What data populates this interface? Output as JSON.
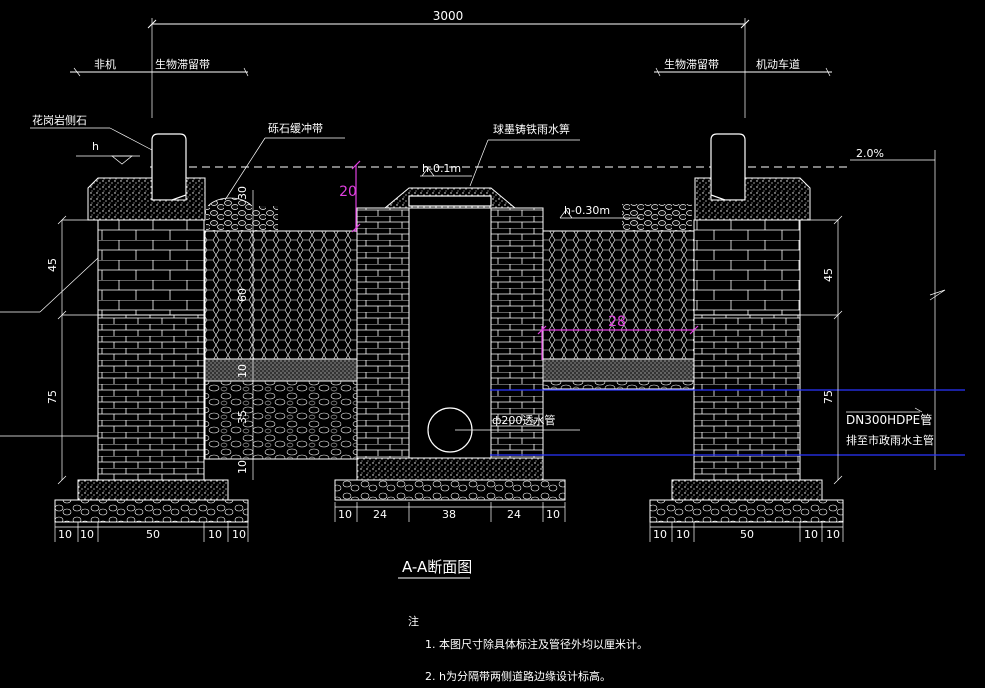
{
  "dimensions": {
    "overall": "3000",
    "wall_upper_left": "45",
    "wall_lower_left": "75",
    "wall_upper_right": "45",
    "wall_lower_right": "75",
    "gravel_top": "30",
    "fill_depth": "60",
    "sand_layer": "10",
    "stone_layer": "35",
    "base_layer": "10",
    "overflow_height": "20",
    "pond_width": "28",
    "left_bottom": [
      "10",
      "10",
      "50",
      "10",
      "10"
    ],
    "center_bottom": [
      "10",
      "24",
      "38",
      "24",
      "10"
    ],
    "right_bottom": [
      "10",
      "10",
      "50",
      "10",
      "10"
    ]
  },
  "labels": {
    "non_motor": "非机",
    "bio_left": "生物滞留带",
    "bio_right": "生物滞留带",
    "motor_lane": "机动车道",
    "curb": "花岗岩侧石",
    "h_label": "h",
    "gravel_buffer": "砾石缓冲带",
    "grate": "球墨铸铁雨水箅",
    "h_minus_01": "h-0.1m",
    "h_minus_030": "h-0.30m",
    "slope": "2.0%",
    "perforated_pipe": "ф200透水管",
    "hdpe_pipe": "DN300HDPE管",
    "hdpe_pipe_note": "排至市政雨水主管"
  },
  "title": "A-A断面图",
  "notes": {
    "heading": "注",
    "items": [
      "1. 本图尺寸除具体标注及管径外均以厘米计。",
      "2. h为分隔带两侧道路边缘设计标高。"
    ]
  },
  "colors": {
    "background": "#000000",
    "lines": "#ffffff",
    "dimension_highlight": "#e040e0",
    "pipe_lines": "#2a35ff"
  }
}
